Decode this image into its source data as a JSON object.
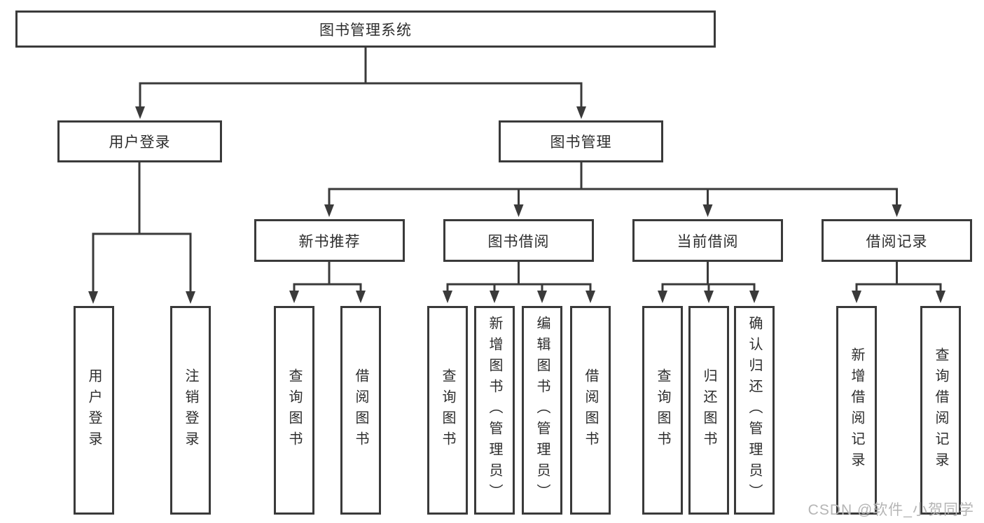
{
  "diagram": {
    "title": "图书管理系统",
    "branches": {
      "user_login": {
        "label": "用户登录",
        "children": [
          "用户登录",
          "注销登录"
        ]
      },
      "book_management": {
        "label": "图书管理",
        "sections": {
          "new_book_recommend": {
            "label": "新书推荐",
            "children": [
              "查询图书",
              "借阅图书"
            ]
          },
          "book_borrow": {
            "label": "图书借阅",
            "children": [
              "查询图书",
              "新增图书（管理员）",
              "编辑图书（管理员）",
              "借阅图书"
            ]
          },
          "current_borrow": {
            "label": "当前借阅",
            "children": [
              "查询图书",
              "归还图书",
              "确认归还（管理员）"
            ]
          },
          "borrow_records": {
            "label": "借阅记录",
            "children": [
              "新增借阅记录",
              "查询借阅记录"
            ]
          }
        }
      }
    }
  },
  "watermark": "CSDN @软件_小贺同学",
  "colors": {
    "line": "#3a3a3a",
    "text": "#2d2d2d",
    "watermark": "#b5b5b5",
    "background": "#ffffff"
  }
}
